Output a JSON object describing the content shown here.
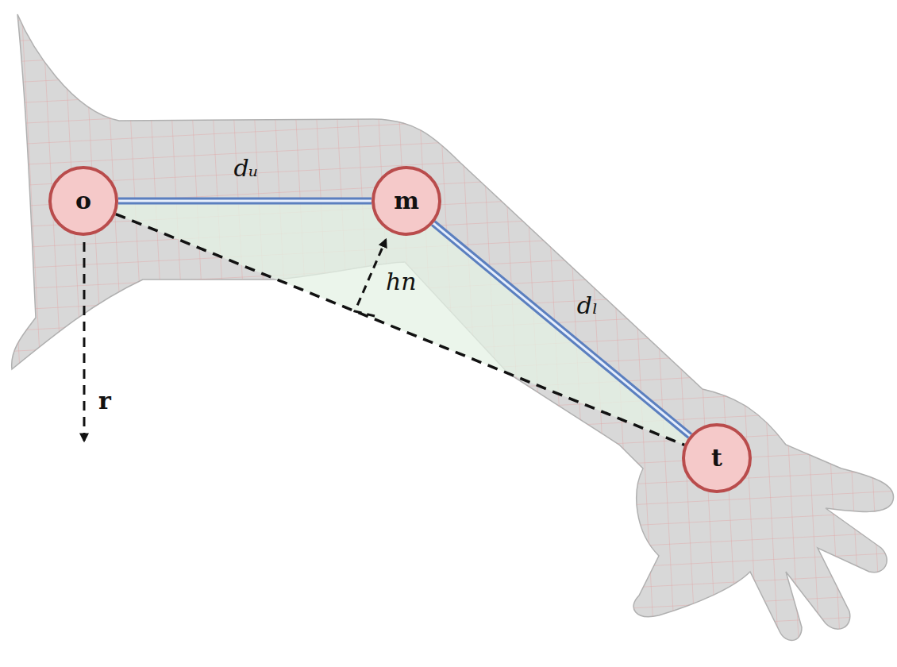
{
  "diagram": {
    "nodes": [
      {
        "text": [
          "o"
        ]
      },
      {
        "text": [
          "m"
        ]
      },
      {
        "text": [
          "t"
        ]
      }
    ],
    "edges": [
      {
        "from": 0,
        "to": 1,
        "label": "dᵤ",
        "arrow": "none"
      },
      {
        "from": 1,
        "to": 2,
        "label": "dₗ",
        "arrow": "none"
      },
      {
        "from": 0,
        "to": 2,
        "arrow": "none"
      }
    ],
    "labels": [
      "hn",
      "r"
    ]
  }
}
